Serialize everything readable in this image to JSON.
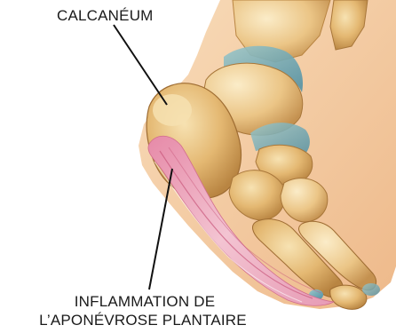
{
  "labels": {
    "calcaneum": "CALCANÉUM",
    "inflammation_line1": "INFLAMMATION DE",
    "inflammation_line2": "L’APONÉVROSE PLANTAIRE"
  },
  "colors": {
    "background": "#ffffff",
    "bone_light": "#f3d9a0",
    "bone_mid": "#e2b56e",
    "bone_dark": "#b7843f",
    "skin": "#f5cfa6",
    "cartilage": "#6fa9b6",
    "fascia": "#e9a0b6",
    "fascia_dark": "#c9577c",
    "leader_line": "#111111"
  }
}
